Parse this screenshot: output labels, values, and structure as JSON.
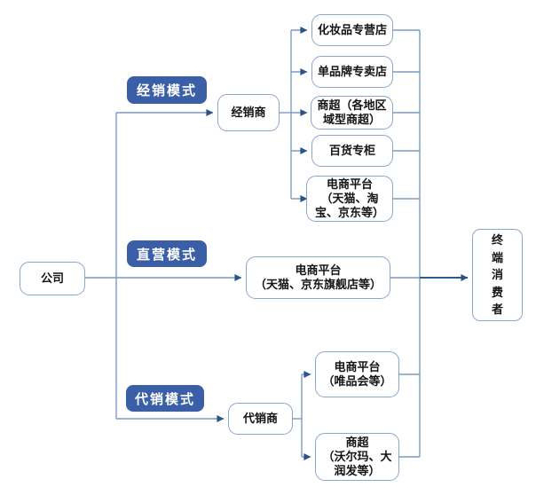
{
  "diagram": {
    "title": "company-sales-channel-flowchart",
    "nodes": {
      "company": "公司",
      "consumer": "终端消费者"
    },
    "modes": {
      "distribution": {
        "label": "经销模式",
        "intermediary": "经销商",
        "channels": [
          "化妆品专营店",
          "单品牌专卖店",
          "商超（各地区\n域型商超）",
          "百货专柜",
          "电商平台\n（天猫、淘\n宝、京东等）"
        ]
      },
      "direct": {
        "label": "直营模式",
        "channel": "电商平台\n（天猫、京东旗舰店等）"
      },
      "consignment": {
        "label": "代销模式",
        "intermediary": "代销商",
        "channels": [
          "电商平台\n（唯品会等）",
          "商超\n（沃尔玛、大\n润发等）"
        ]
      }
    },
    "colors": {
      "mode_label_fill": "#3B5FA6",
      "mode_label_text": "#FFFFFF",
      "node_border": "#8CA5CE",
      "node_fill": "#FFFFFF",
      "node_text": "#141414",
      "connector_line": "#7C9CC4",
      "arrowhead": "#2A5485",
      "main_arrow": "#2B5A8C"
    }
  }
}
